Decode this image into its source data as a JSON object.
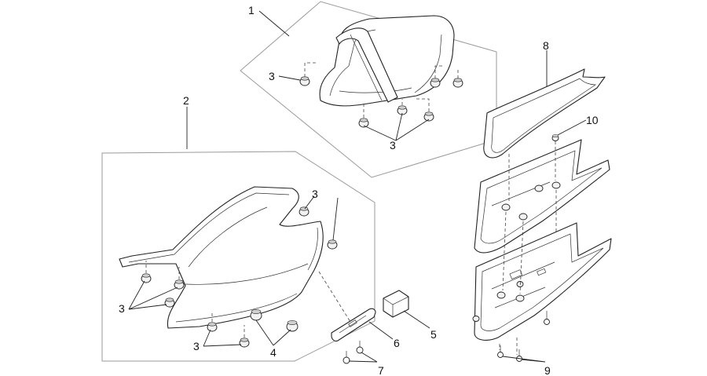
{
  "callouts": {
    "c1": "1",
    "c2": "2",
    "c3a": "3",
    "c3b": "3",
    "c3c": "3",
    "c3d": "3",
    "c3e": "3",
    "c4": "4",
    "c5": "5",
    "c6": "6",
    "c7": "7",
    "c8": "8",
    "c9": "9",
    "c10": "10"
  }
}
